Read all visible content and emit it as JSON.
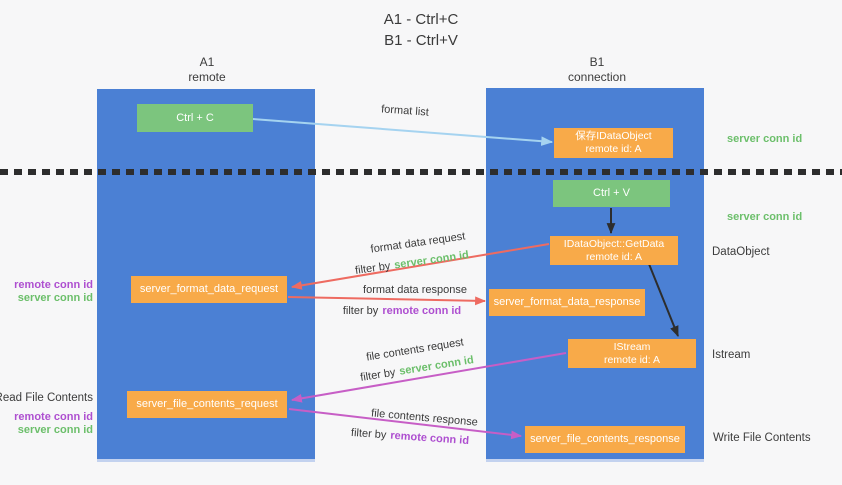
{
  "title": {
    "line1": "A1 - Ctrl+C",
    "line2": "B1 - Ctrl+V"
  },
  "columns": {
    "left": {
      "name": "A1",
      "role": "remote"
    },
    "right": {
      "name": "B1",
      "role": "connection"
    }
  },
  "nodes": {
    "ctrl_c": {
      "label": "Ctrl + C"
    },
    "save_dataobject": {
      "line1": "保存IDataObject",
      "line2": "remote id: A"
    },
    "ctrl_v": {
      "label": "Ctrl + V"
    },
    "getdata": {
      "line1": "IDataObject::GetData",
      "line2": "remote id: A"
    },
    "format_request": {
      "label": "server_format_data_request"
    },
    "format_response": {
      "label": "server_format_data_response"
    },
    "istream": {
      "line1": "IStream",
      "line2": "remote id: A"
    },
    "file_request": {
      "label": "server_file_contents_request"
    },
    "file_response": {
      "label": "server_file_contents_response"
    }
  },
  "annotations": {
    "right": {
      "server_conn_top": "server conn id",
      "server_conn_mid": "server conn id",
      "dataobject": "DataObject",
      "istream": "Istream",
      "write_file_contents": "Write File Contents"
    },
    "left": {
      "remote_conn_top": "remote conn id",
      "server_conn_top": "server conn id",
      "read_file_contents": "Read File Contents",
      "remote_conn_bottom": "remote conn id",
      "server_conn_bottom": "server conn id"
    }
  },
  "flows": {
    "format_list": {
      "label": "format list"
    },
    "format_data_request": {
      "label": "format data request",
      "filter_prefix": "filter by",
      "filter_key": "server conn id"
    },
    "format_data_response": {
      "label": "format data response",
      "filter_prefix": "filter by",
      "filter_key": "remote conn id"
    },
    "file_contents_request": {
      "label": "file contents request",
      "filter_prefix": "filter by",
      "filter_key": "server conn id"
    },
    "file_contents_response": {
      "label": "file contents response",
      "filter_prefix": "filter by",
      "filter_key": "remote conn id"
    }
  },
  "colors": {
    "column_blue": "#4b80d4",
    "box_green": "#7cc57e",
    "box_orange": "#f8aa49",
    "arrow_lightblue": "#a5d3f0",
    "arrow_red": "#ee6b61",
    "arrow_magenta": "#c75ec6",
    "arrow_black": "#2d2d2d",
    "label_green": "#6cbf6b",
    "label_purple": "#ae4fd0"
  }
}
